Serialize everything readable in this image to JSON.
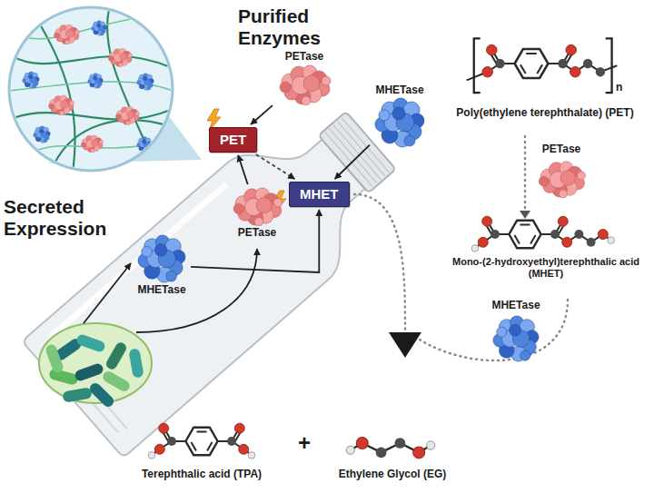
{
  "diagram": {
    "nodes": [
      {
        "text": [
          "PETase"
        ]
      },
      {
        "text": [
          "MHETase"
        ]
      },
      {
        "text": [
          "PET"
        ]
      },
      {
        "text": [
          "MHET"
        ]
      },
      {
        "text": [
          "PETase"
        ]
      },
      {
        "text": [
          "MHETase"
        ]
      }
    ],
    "edges": [
      {
        "from": 0,
        "to": 2,
        "arrow": "to"
      },
      {
        "from": 1,
        "to": 3,
        "arrow": "to"
      },
      {
        "from": 2,
        "to": 3,
        "arrow": "to"
      },
      {
        "from": 4,
        "to": 2,
        "arrow": "to"
      },
      {
        "from": 5,
        "to": 3,
        "arrow": "to"
      }
    ],
    "labels": [
      "Purified Enzymes",
      "Secreted Expression",
      "Poly(ethylene terephthalate) (PET)",
      "n",
      "PETase",
      "Mono-(2-hydroxyethyl)terephthalic acid (MHET)",
      "MHETase",
      "Terephthalic acid (TPA)",
      "+",
      "Ethylene Glycol (EG)"
    ]
  }
}
